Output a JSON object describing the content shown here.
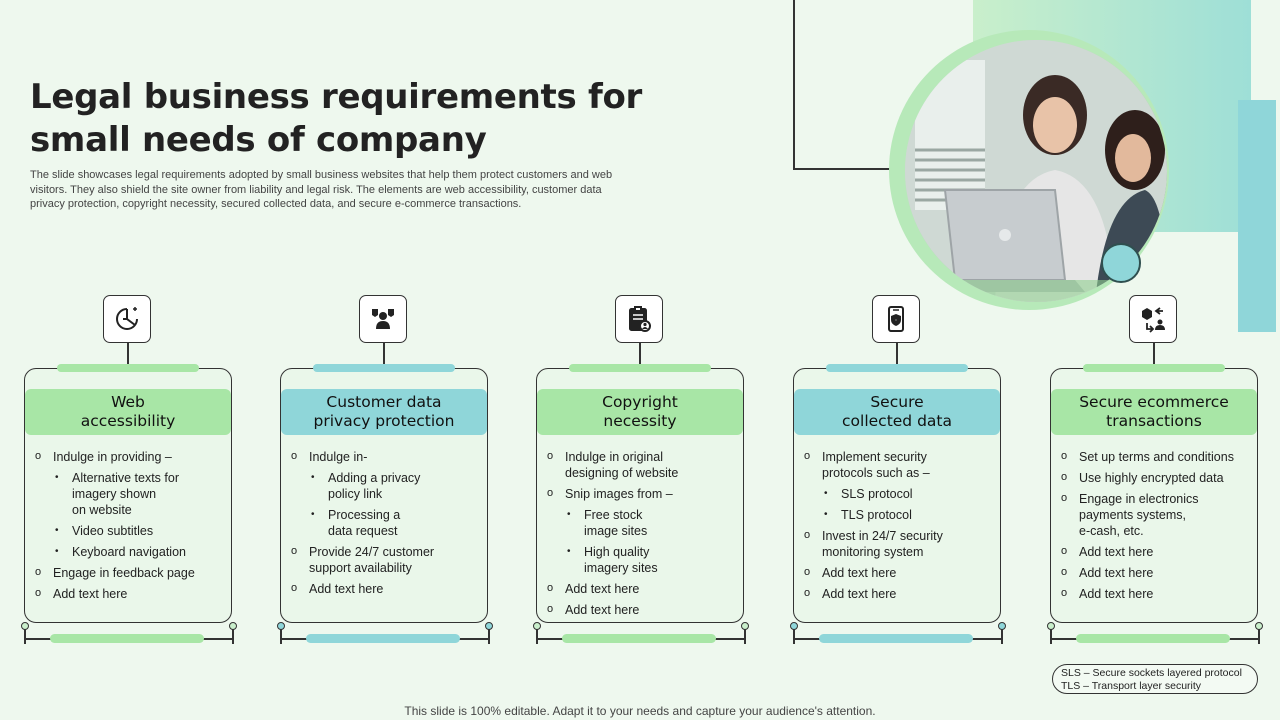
{
  "title_lines": [
    "Legal business requirements for",
    "small needs of company"
  ],
  "description": "The slide showcases legal requirements adopted by small business websites that help them protect customers and web visitors. They also shield the site owner from liability and legal risk. The elements are web accessibility, customer data privacy protection, copyright necessity, secured collected data, and secure e-commerce transactions.",
  "colors": {
    "green": "#a8e6a6",
    "teal": "#8fd6d9",
    "background": "#eef8ee"
  },
  "columns": [
    {
      "icon": "accessibility-pie-icon",
      "heading_lines": [
        "Web",
        "accessibility"
      ],
      "items": [
        {
          "level": 1,
          "lines": [
            "Indulge in providing –"
          ]
        },
        {
          "level": 2,
          "lines": [
            "Alternative texts for",
            "imagery shown",
            "on website"
          ]
        },
        {
          "level": 2,
          "lines": [
            "Video subtitles"
          ]
        },
        {
          "level": 2,
          "lines": [
            "Keyboard navigation"
          ]
        },
        {
          "level": 1,
          "lines": [
            "Engage in feedback page"
          ]
        },
        {
          "level": 1,
          "lines": [
            "Add text here"
          ]
        }
      ]
    },
    {
      "icon": "user-privacy-icon",
      "heading_lines": [
        "Customer data",
        "privacy protection"
      ],
      "items": [
        {
          "level": 1,
          "lines": [
            "Indulge in-"
          ]
        },
        {
          "level": 2,
          "lines": [
            "Adding a privacy",
            "policy link"
          ]
        },
        {
          "level": 2,
          "lines": [
            "Processing a",
            "data request"
          ]
        },
        {
          "level": 1,
          "lines": [
            "Provide 24/7 customer",
            "support availability"
          ]
        },
        {
          "level": 1,
          "lines": [
            "Add text here"
          ]
        }
      ]
    },
    {
      "icon": "clipboard-user-icon",
      "heading_lines": [
        "Copyright",
        "necessity"
      ],
      "items": [
        {
          "level": 1,
          "lines": [
            "Indulge in original",
            "designing of website"
          ]
        },
        {
          "level": 1,
          "lines": [
            "Snip images from –"
          ]
        },
        {
          "level": 2,
          "lines": [
            "Free stock",
            "image sites"
          ]
        },
        {
          "level": 2,
          "lines": [
            "High quality",
            "imagery sites"
          ]
        },
        {
          "level": 1,
          "lines": [
            "Add text here"
          ]
        },
        {
          "level": 1,
          "lines": [
            "Add text here"
          ]
        }
      ]
    },
    {
      "icon": "phone-shield-icon",
      "heading_lines": [
        "Secure",
        "collected data"
      ],
      "items": [
        {
          "level": 1,
          "lines": [
            "Implement security",
            "protocols such as –"
          ]
        },
        {
          "level": 2,
          "lines": [
            "SLS protocol"
          ]
        },
        {
          "level": 2,
          "lines": [
            "TLS protocol"
          ]
        },
        {
          "level": 1,
          "lines": [
            "Invest in 24/7 security",
            "monitoring system"
          ]
        },
        {
          "level": 1,
          "lines": [
            "Add text here"
          ]
        },
        {
          "level": 1,
          "lines": [
            "Add text here"
          ]
        }
      ]
    },
    {
      "icon": "package-exchange-icon",
      "heading_lines": [
        "Secure ecommerce",
        "transactions"
      ],
      "items": [
        {
          "level": 1,
          "lines": [
            "Set up terms and conditions"
          ]
        },
        {
          "level": 1,
          "lines": [
            "Use highly encrypted data"
          ]
        },
        {
          "level": 1,
          "lines": [
            "Engage in electronics",
            "payments systems,",
            "e-cash, etc."
          ]
        },
        {
          "level": 1,
          "lines": [
            "Add text here"
          ]
        },
        {
          "level": 1,
          "lines": [
            "Add text here"
          ]
        },
        {
          "level": 1,
          "lines": [
            "Add text here"
          ]
        }
      ]
    }
  ],
  "legend": [
    "SLS – Secure sockets layered protocol",
    "TLS – Transport layer security"
  ],
  "footer": "This slide is 100% editable. Adapt it to your needs and capture your audience's attention."
}
